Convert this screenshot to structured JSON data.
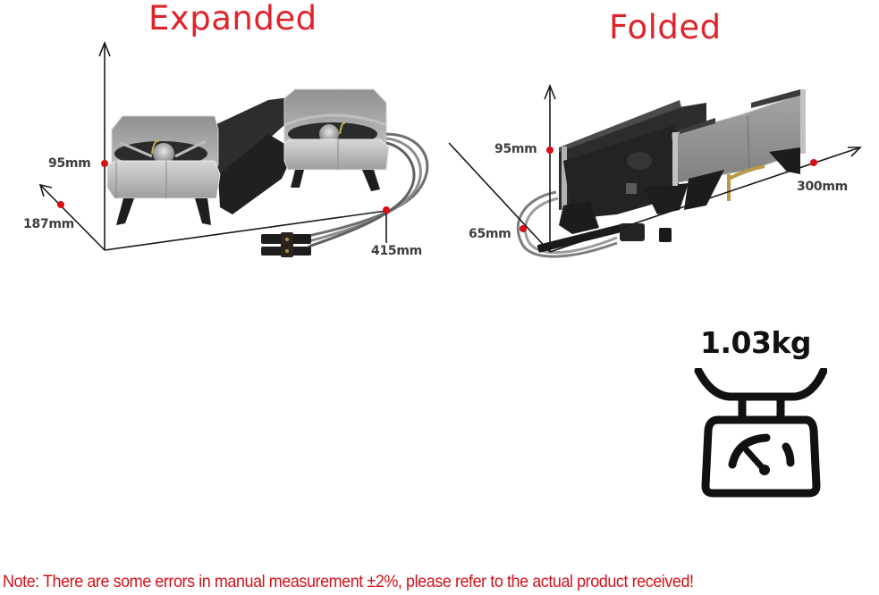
{
  "expanded": {
    "title": "Expanded",
    "dimensions": {
      "height": "95mm",
      "depth": "187mm",
      "length": "415mm"
    }
  },
  "folded": {
    "title": "Folded",
    "dimensions": {
      "height": "95mm",
      "depth": "65mm",
      "length": "300mm"
    }
  },
  "weight": {
    "value": "1.03kg",
    "icon": "kitchen-scale-icon"
  },
  "note": "Note: There are some errors in manual measurement ±2%, please refer to the actual product received!",
  "colors": {
    "title_red": "#e0232b",
    "note_red": "#d2121b",
    "marker_red": "#d90d14",
    "dim_text": "#3b3f3e",
    "axis": "#1a1a1a"
  }
}
